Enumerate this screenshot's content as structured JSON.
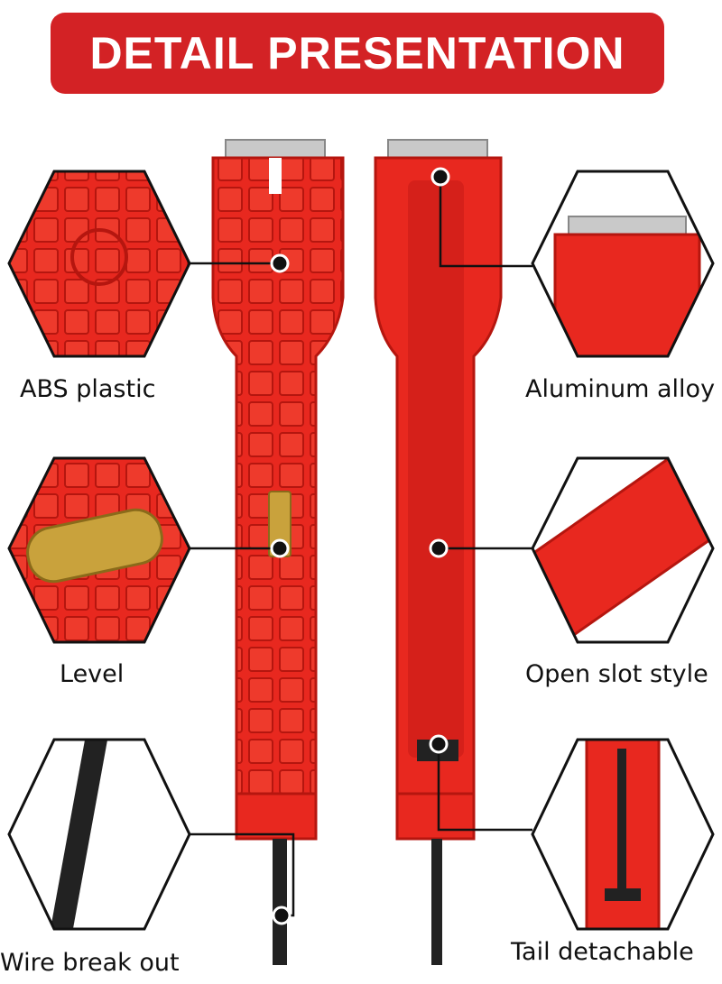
{
  "title": "DETAIL PRESENTATION",
  "colors": {
    "banner": "#d32225",
    "tool_red": "#e8281f",
    "tool_dark": "#b5160f",
    "metal": "#9a9a9a",
    "level_gold": "#c9a23c"
  },
  "features": {
    "left": [
      {
        "label": "ABS plastic",
        "icon": "grid-texture-icon"
      },
      {
        "label": "Level",
        "icon": "spirit-level-icon"
      },
      {
        "label": "Wire break out",
        "icon": "spiral-wire-icon"
      }
    ],
    "right": [
      {
        "label": "Aluminum alloy",
        "icon": "metal-jaw-icon"
      },
      {
        "label": "Open slot style",
        "icon": "open-slot-icon"
      },
      {
        "label": "Tail detachable",
        "icon": "tail-pin-icon"
      }
    ]
  }
}
